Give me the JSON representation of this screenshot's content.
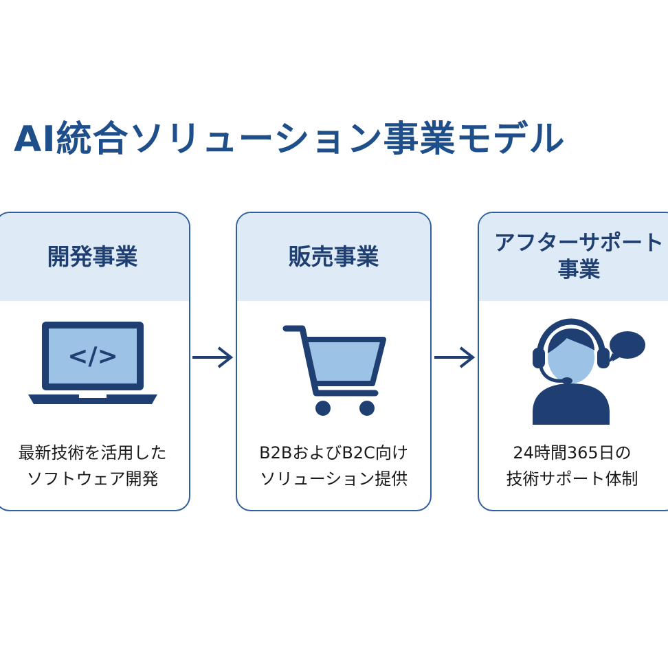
{
  "title": "AI統合ソリューション事業モデル",
  "cards": [
    {
      "title": "開発事業",
      "icon": "laptop-code-icon",
      "code_glyph": "</>",
      "desc_lines": [
        "最新技術を活用した",
        "ソフトウェア開発"
      ]
    },
    {
      "title": "販売事業",
      "icon": "shopping-cart-icon",
      "desc_lines": [
        "B2BおよびB2C向け",
        "ソリューション提供"
      ]
    },
    {
      "title": "アフターサポート\n事業",
      "icon": "support-agent-icon",
      "desc_lines": [
        "24時間365日の",
        "技術サポート体制"
      ]
    }
  ],
  "colors": {
    "primary": "#1f4f8b",
    "header_bg": "#deebf7",
    "icon_fill": "#9cc3e6",
    "icon_dark": "#1f3f72"
  }
}
